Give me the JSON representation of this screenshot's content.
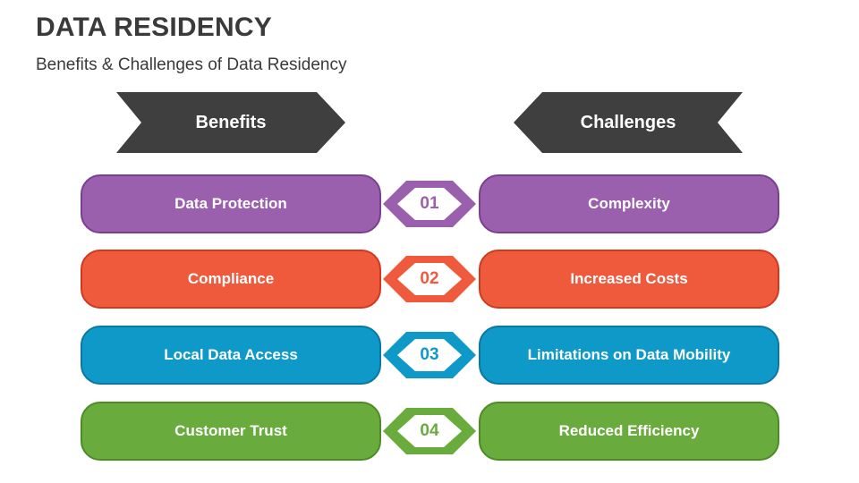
{
  "header": {
    "title": "DATA RESIDENCY",
    "subtitle": "Benefits & Challenges of Data Residency"
  },
  "columns": {
    "left_label": "Benefits",
    "right_label": "Challenges"
  },
  "colors": {
    "banner": "#3f3f3f",
    "purple": "#9a5fad",
    "orange": "#f05a3c",
    "blue": "#0f99c9",
    "green": "#6aab3e"
  },
  "rows": [
    {
      "number": "01",
      "benefit": "Data Protection",
      "challenge": "Complexity",
      "color": "#9a5fad",
      "dark": "#7a3f8e"
    },
    {
      "number": "02",
      "benefit": "Compliance",
      "challenge": "Increased Costs",
      "color": "#f05a3c",
      "dark": "#d03a1c"
    },
    {
      "number": "03",
      "benefit": "Local Data Access",
      "challenge": "Limitations on Data Mobility",
      "color": "#0f99c9",
      "dark": "#0a78a3"
    },
    {
      "number": "04",
      "benefit": "Customer Trust",
      "challenge": "Reduced Efficiency",
      "color": "#6aab3e",
      "dark": "#4d8b25"
    }
  ]
}
